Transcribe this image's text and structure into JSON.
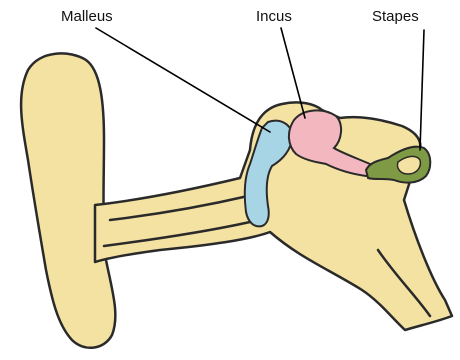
{
  "labels": {
    "malleus": "Malleus",
    "incus": "Incus",
    "stapes": "Stapes"
  },
  "colors": {
    "ear_fill": "#f3e2a2",
    "outline": "#2a2a2a",
    "malleus": "#a7d5e6",
    "incus": "#f2b7bf",
    "stapes": "#7e9a45",
    "leader": "#000000"
  }
}
